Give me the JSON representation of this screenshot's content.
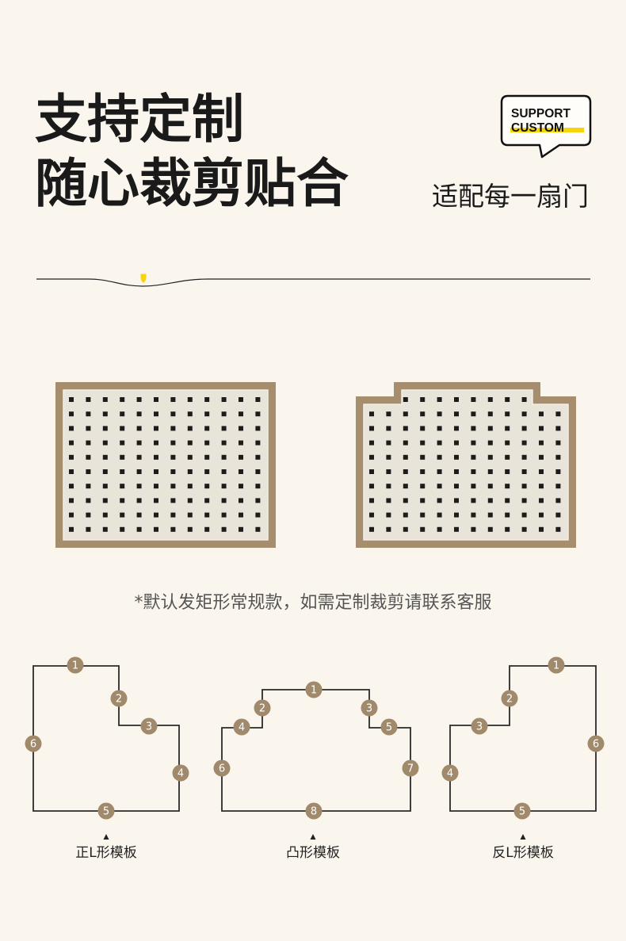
{
  "header": {
    "title_line1": "支持定制",
    "title_line2": "随心裁剪贴合",
    "badge": {
      "line1": "SUPPORT",
      "line2": "CUSTOM"
    },
    "tagline": "适配每一扇门"
  },
  "note": "*默认发矩形常规款，如需定制裁剪请联系客服",
  "templates": [
    {
      "label": "正L形模板",
      "markers": [
        "1",
        "2",
        "3",
        "4",
        "5",
        "6"
      ]
    },
    {
      "label": "凸形模板",
      "markers": [
        "1",
        "2",
        "3",
        "4",
        "5",
        "6",
        "7",
        "8"
      ]
    },
    {
      "label": "反L形模板",
      "markers": [
        "1",
        "2",
        "3",
        "4",
        "5",
        "6"
      ]
    }
  ],
  "colors": {
    "background": "#faf6ee",
    "accent_yellow": "#f6d40e",
    "mat_border": "#a58d6d",
    "mat_surface": "#e9e4da",
    "marker_fill": "#a08a6b",
    "ink": "#1a1a1a",
    "note_text": "#555555"
  }
}
